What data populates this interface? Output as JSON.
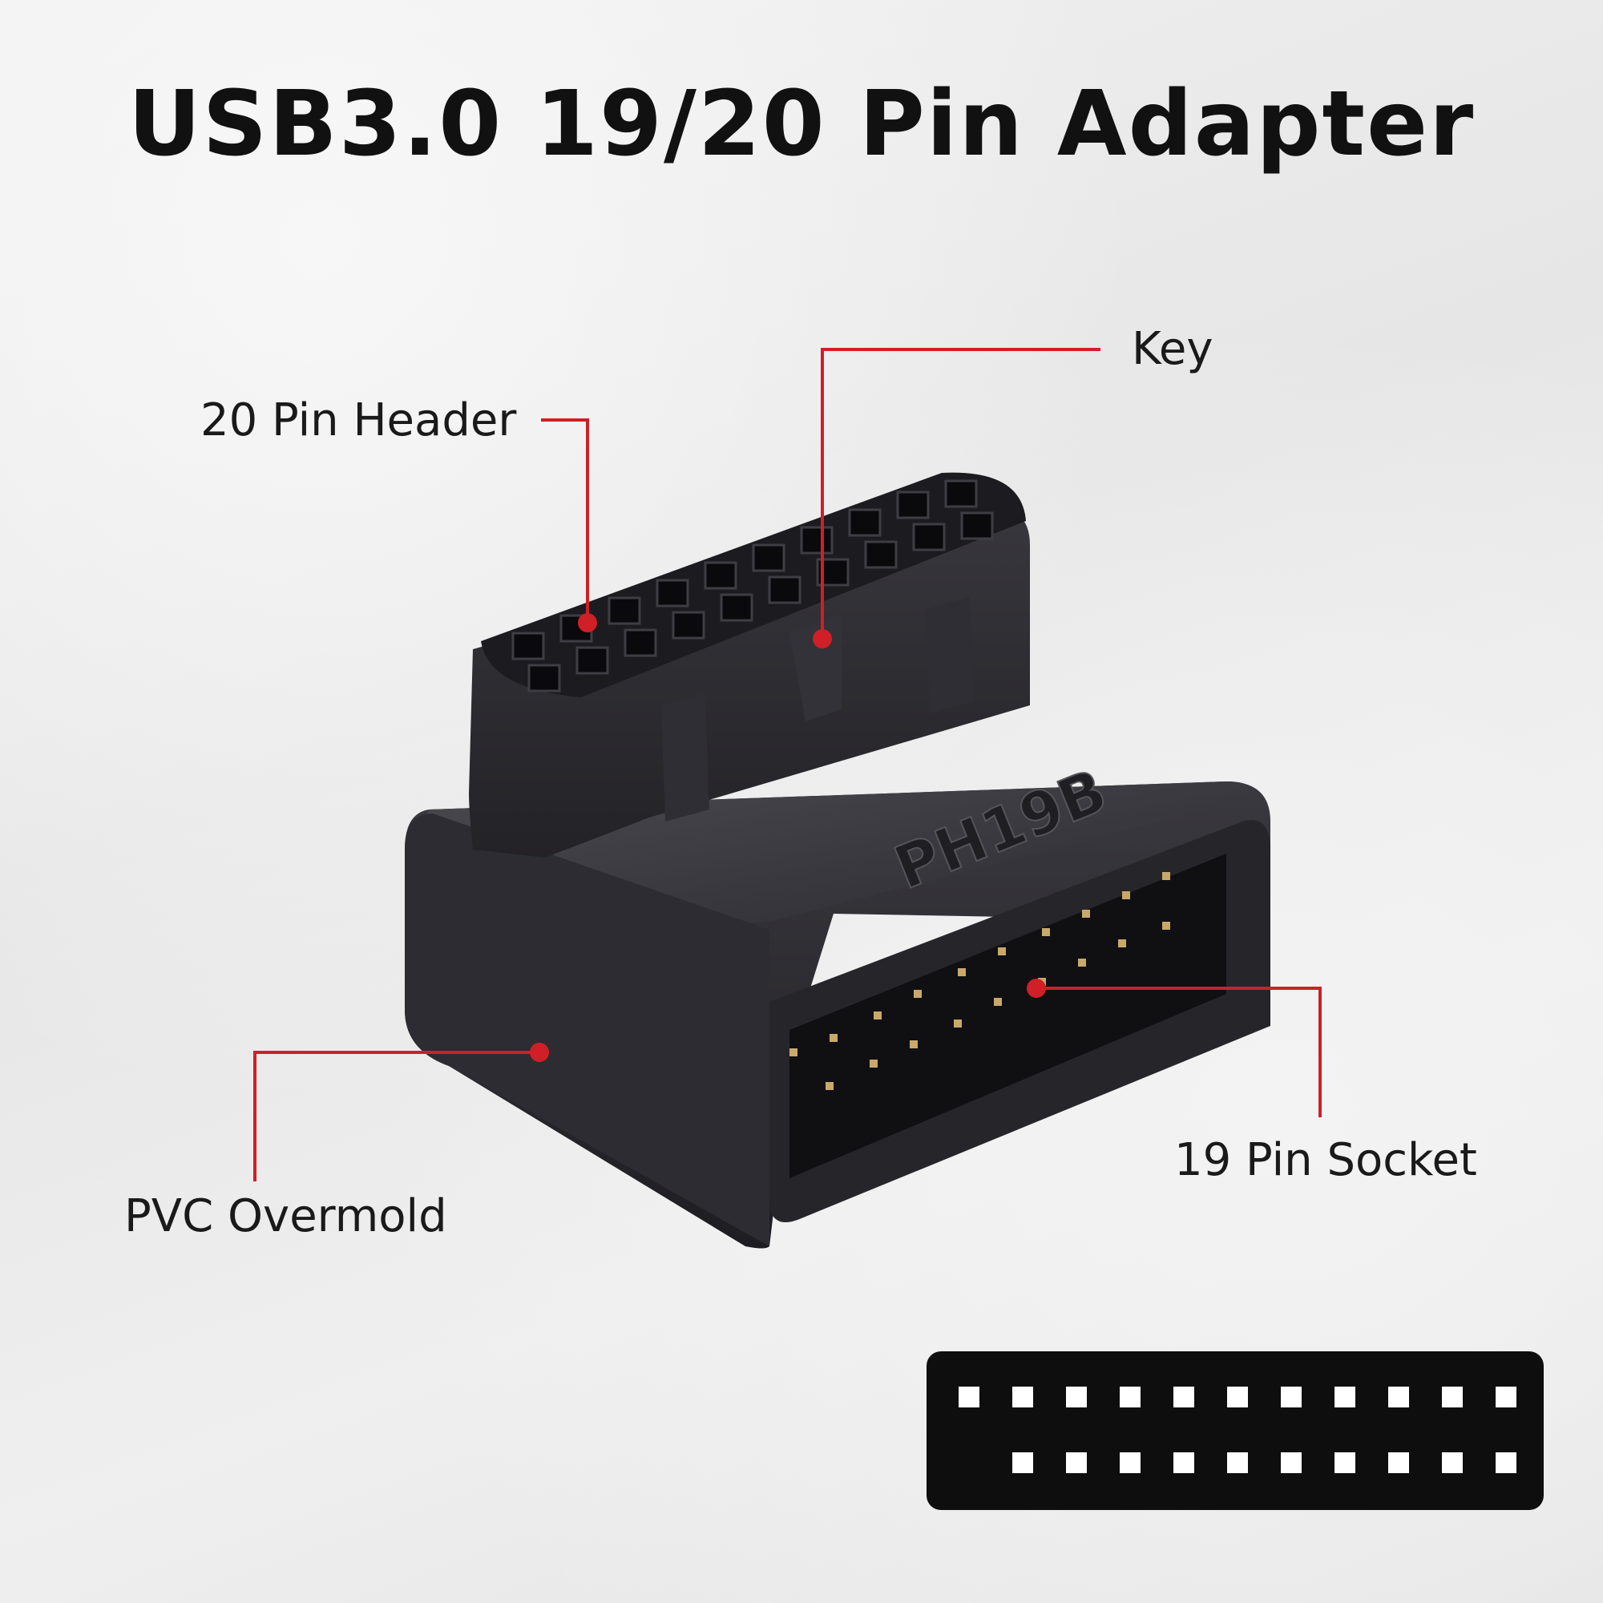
{
  "title": "USB3.0 19/20 Pin Adapter",
  "callouts": {
    "pin_header": "20 Pin Header",
    "key": "Key",
    "pin_socket": "19 Pin Socket",
    "overmold": "PVC Overmold"
  },
  "product_marking": "PH19B",
  "pinout": {
    "top_row_pins": 11,
    "bottom_row_pins": 10
  },
  "colors": {
    "callout_line": "#d01f26",
    "connector_body": "#2a2a2e"
  }
}
